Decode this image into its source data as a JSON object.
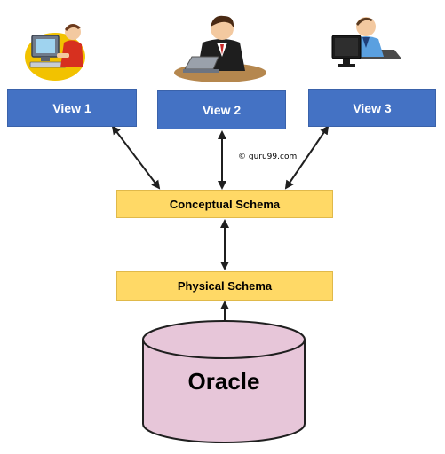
{
  "diagram": {
    "views": [
      {
        "label": "View 1",
        "user_icon": "person-at-desktop-computer-icon"
      },
      {
        "label": "View 2",
        "user_icon": "person-with-laptop-icon"
      },
      {
        "label": "View 3",
        "user_icon": "person-at-monitor-icon"
      }
    ],
    "conceptual_schema": "Conceptual Schema",
    "physical_schema": "Physical Schema",
    "database": "Oracle",
    "watermark": "© guru99.com",
    "colors": {
      "view_box": "#4472c4",
      "schema_box": "#ffd966",
      "database": "#e7c6d9",
      "arrow": "#1f1f1f"
    }
  }
}
